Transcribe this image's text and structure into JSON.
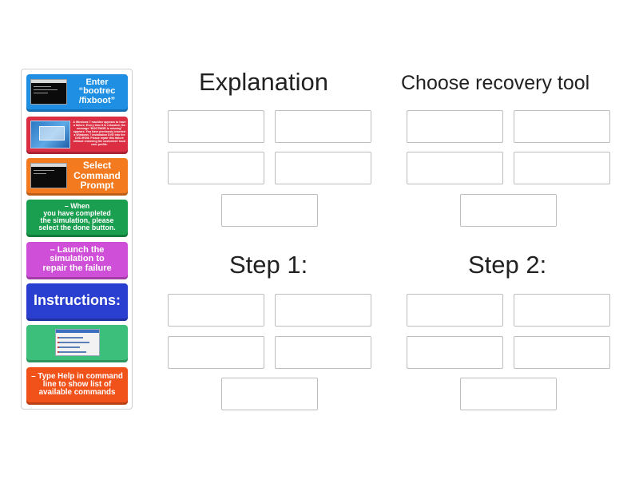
{
  "tiles": [
    {
      "id": "bootrec",
      "label": "Enter\n“bootrec\n/fixboot”",
      "color": "#1e8fe3",
      "thumbnail": "command-prompt-screenshot"
    },
    {
      "id": "scenario",
      "label": "A Windows 7 machine appears to have a failure. Every time it is rebooted, the message “BOOTMGR is missing” appears. You have previously inserted a Windows 7 installation DVD into the DVD-ROM. Please repair this failure without removing the customers' local user profile.",
      "color": "#db2e43",
      "thumbnail": "windows-7-setup-screenshot"
    },
    {
      "id": "command-prompt",
      "label": "Select\nCommand\nPrompt",
      "color": "#f37a1f",
      "thumbnail": "command-prompt-screenshot"
    },
    {
      "id": "done",
      "label": "– When\nyou have completed\nthe simulation, please\nselect the done button.",
      "color": "#1a9e4f"
    },
    {
      "id": "launch",
      "label": "– Launch the\nsimulation to\nrepair the failure",
      "color": "#d04fd8"
    },
    {
      "id": "instructions",
      "label": "Instructions:",
      "color": "#2a3fcf"
    },
    {
      "id": "recovery-options",
      "label": "",
      "color": "#3cbf7a",
      "thumbnail": "system-recovery-options-screenshot"
    },
    {
      "id": "help",
      "label": "– Type Help in command\nline to show list of\navailable commands",
      "color": "#f1521a"
    }
  ],
  "groups": [
    {
      "id": "explanation",
      "title": "Explanation"
    },
    {
      "id": "recovery-tool",
      "title": "Choose recovery tool"
    },
    {
      "id": "step1",
      "title": "Step 1:"
    },
    {
      "id": "step2",
      "title": "Step 2:"
    }
  ]
}
